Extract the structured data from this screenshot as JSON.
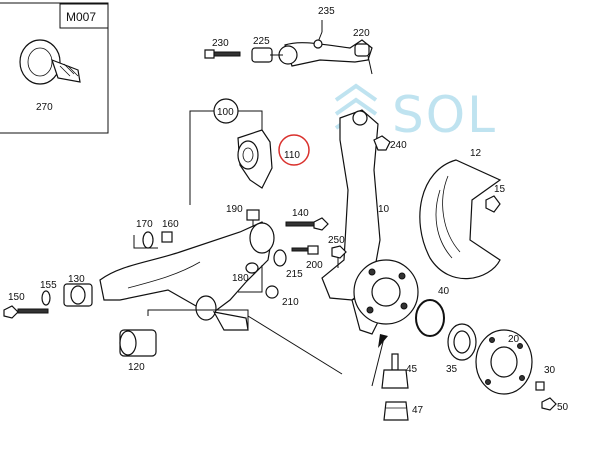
{
  "diagram": {
    "box_code": "M007",
    "watermark": "SOL",
    "labels": {
      "p270": "270",
      "p235": "235",
      "p220": "220",
      "p230": "230",
      "p225": "225",
      "p100": "100",
      "p110": "110",
      "p240": "240",
      "p12": "12",
      "p15": "15",
      "p10": "10",
      "p190": "190",
      "p140": "140",
      "p170": "170",
      "p160": "160",
      "p250": "250",
      "p200": "200",
      "p215": "215",
      "p180": "180",
      "p210": "210",
      "p130": "130",
      "p155": "155",
      "p150": "150",
      "p120": "120",
      "p40": "40",
      "p20": "20",
      "p35": "35",
      "p45": "45",
      "p47": "47",
      "p30": "30",
      "p50": "50"
    },
    "highlighted_part": "110",
    "highlight_color": "#d9302c",
    "watermark_color": "#bfe3f0"
  }
}
